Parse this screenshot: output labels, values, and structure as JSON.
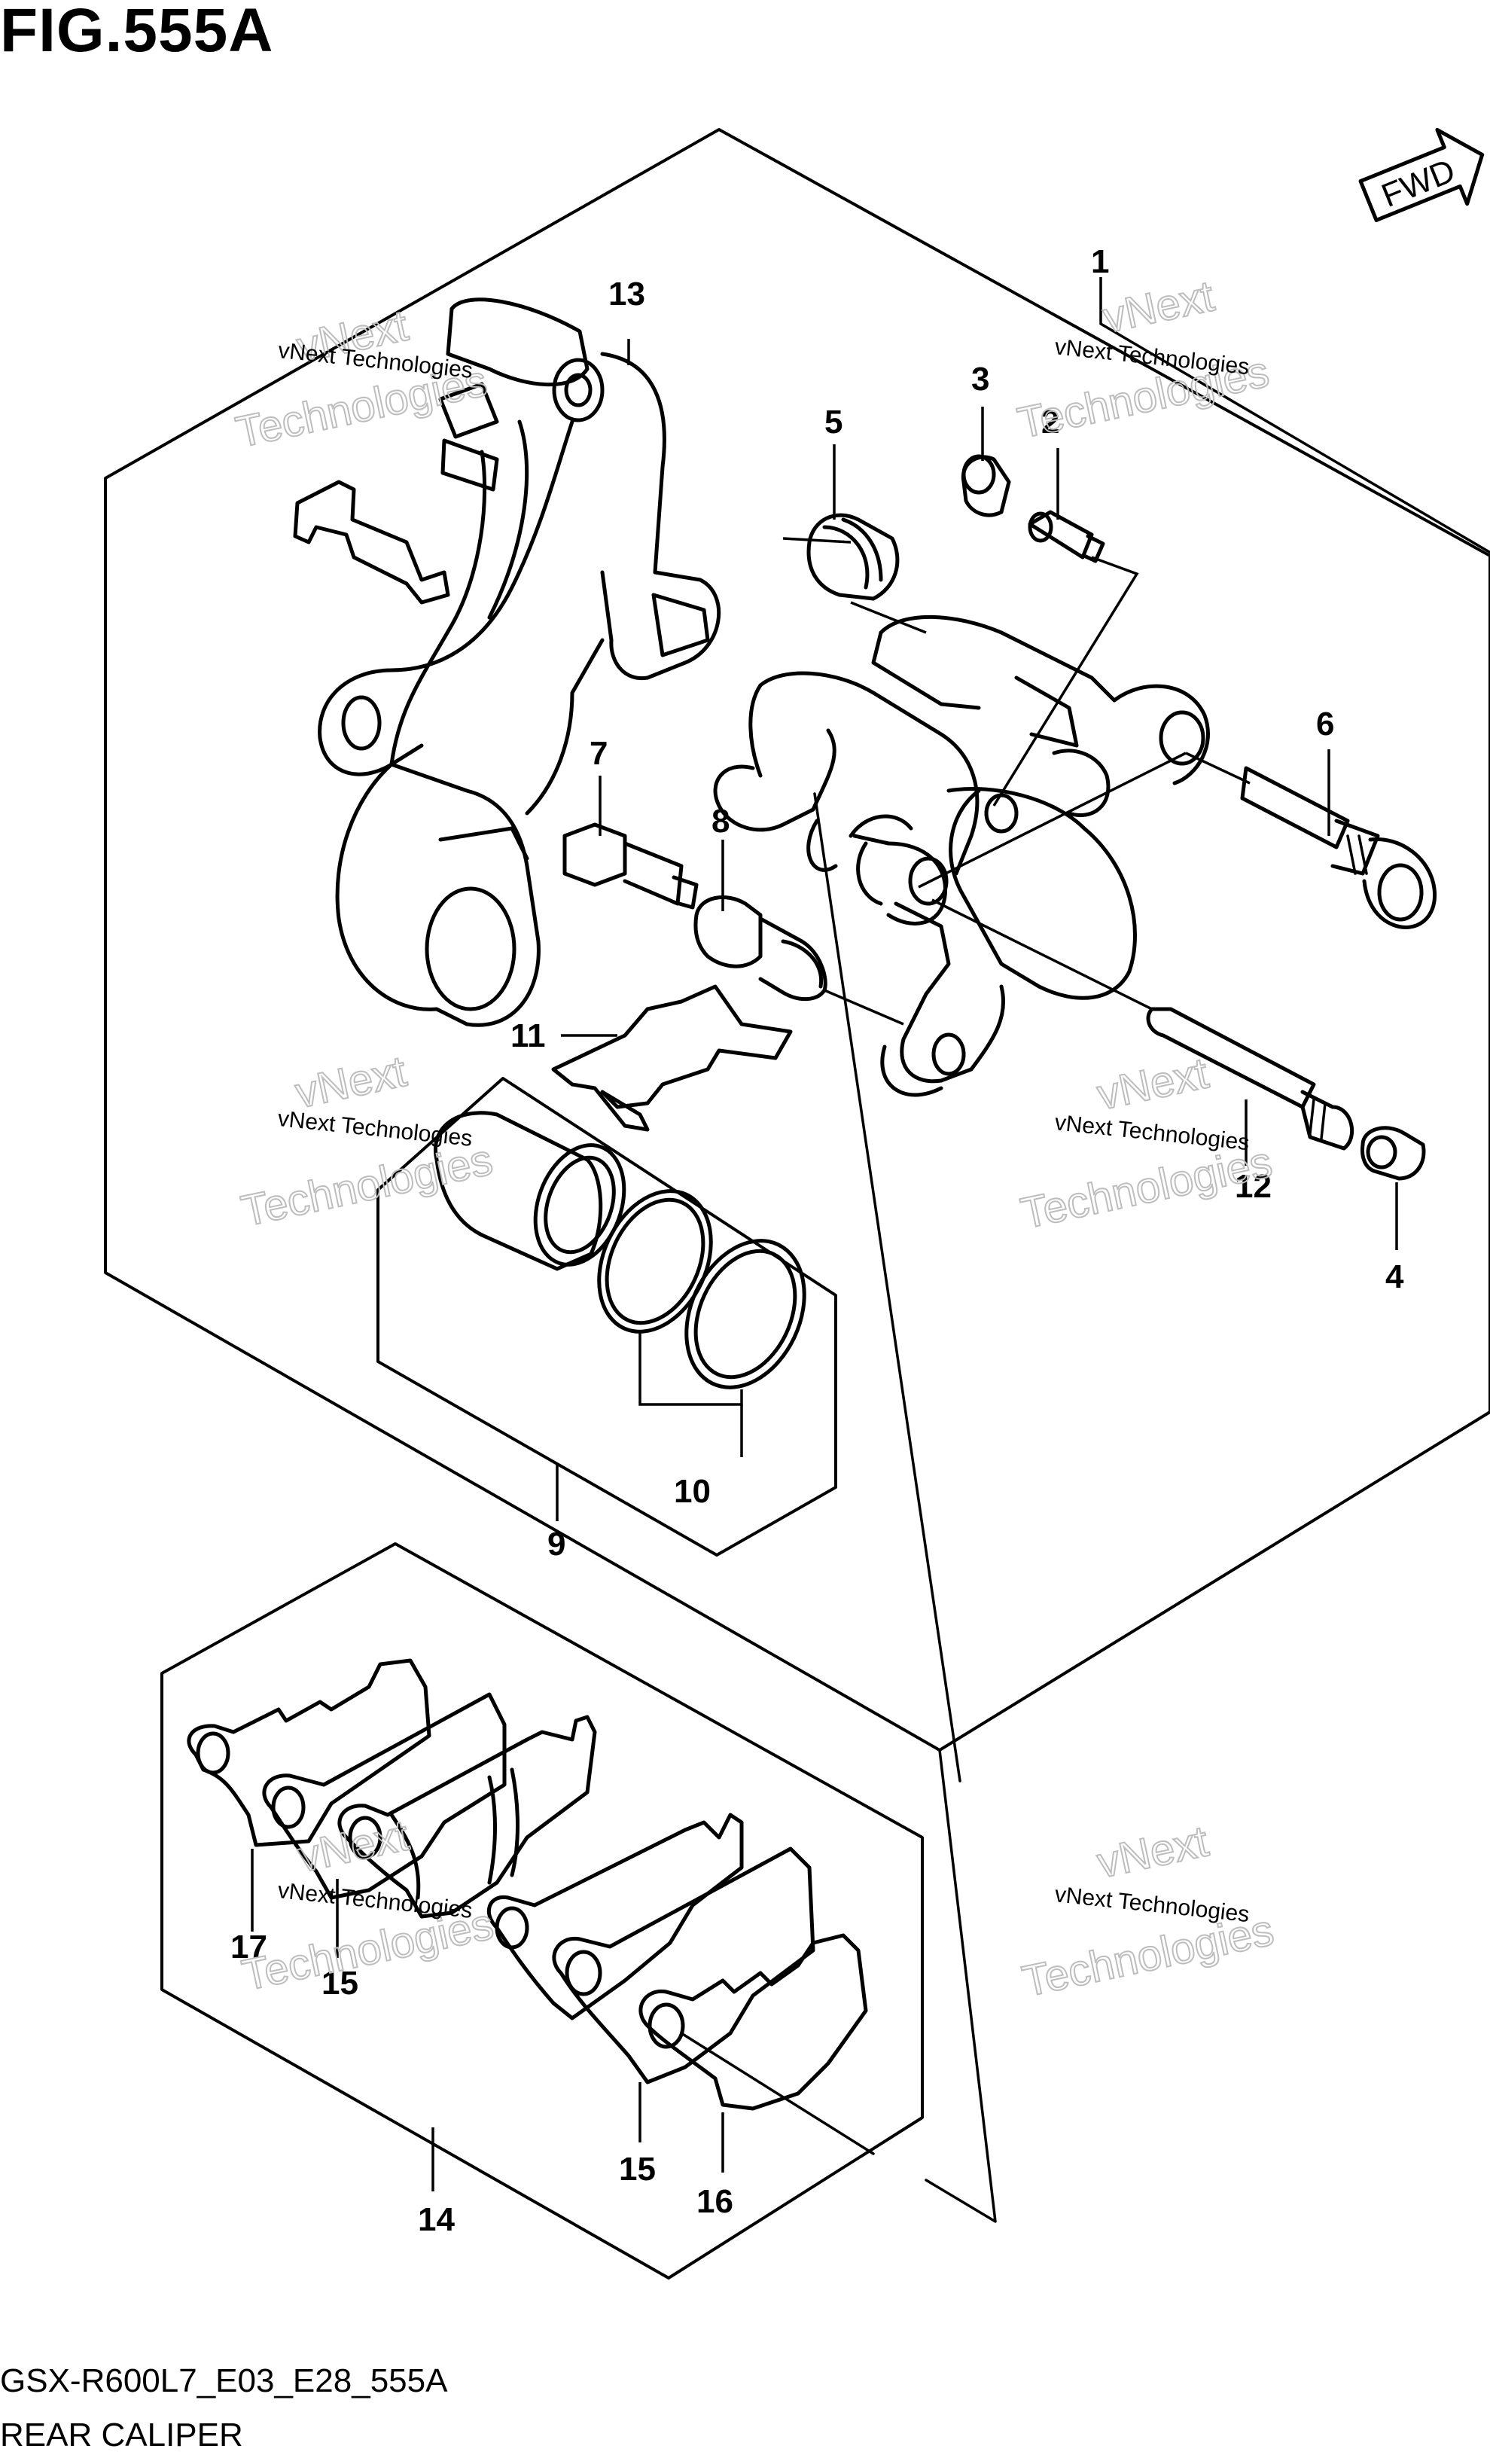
{
  "figure": {
    "title": "FIG.555A",
    "code": "GSX-R600L7_E03_E28_555A",
    "name": "REAR CALIPER",
    "direction_label": "FWD"
  },
  "watermark": {
    "small": "vNext Technologies",
    "big_top": "vNext",
    "big_bottom": "Technologies"
  },
  "callouts": [
    {
      "id": "1",
      "label": "1"
    },
    {
      "id": "2",
      "label": "2"
    },
    {
      "id": "3",
      "label": "3"
    },
    {
      "id": "4",
      "label": "4"
    },
    {
      "id": "5",
      "label": "5"
    },
    {
      "id": "6",
      "label": "6"
    },
    {
      "id": "7",
      "label": "7"
    },
    {
      "id": "8",
      "label": "8"
    },
    {
      "id": "9",
      "label": "9"
    },
    {
      "id": "10",
      "label": "10"
    },
    {
      "id": "11",
      "label": "11"
    },
    {
      "id": "12",
      "label": "12"
    },
    {
      "id": "13",
      "label": "13"
    },
    {
      "id": "14",
      "label": "14"
    },
    {
      "id": "15a",
      "label": "15"
    },
    {
      "id": "15b",
      "label": "15"
    },
    {
      "id": "16",
      "label": "16"
    },
    {
      "id": "17",
      "label": "17"
    }
  ]
}
